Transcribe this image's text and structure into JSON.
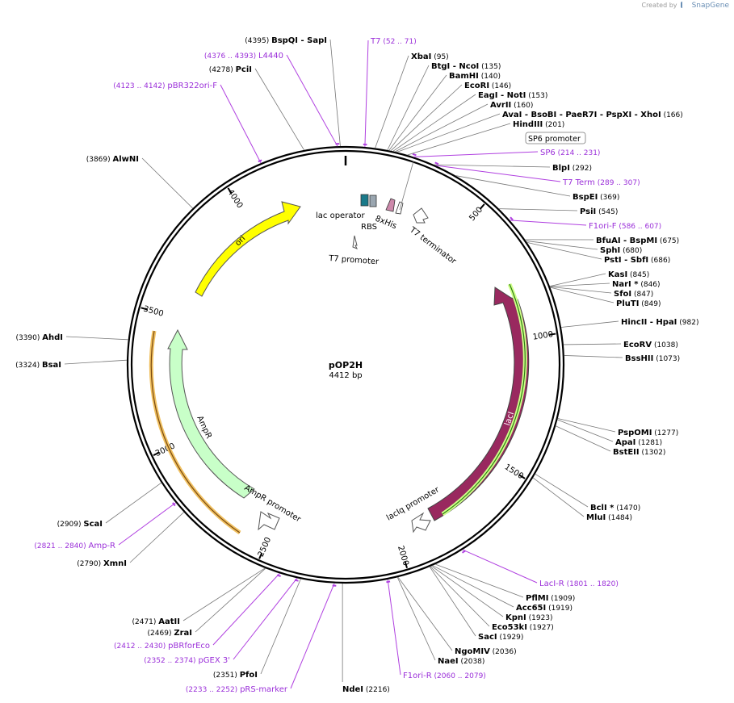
{
  "credit": {
    "prefix": "Created by",
    "brand": "SnapGene"
  },
  "plasmid": {
    "name": "pOP2H",
    "size_label": "4412 bp",
    "length": 4412
  },
  "colors": {
    "enzyme": "#000000",
    "primer": "#9b30d9",
    "primer_line": "#b040e0",
    "leader": "#777777"
  },
  "ticks": [
    "500",
    "1000",
    "1500",
    "2000",
    "2500",
    "3000",
    "3500",
    "4000"
  ],
  "features": {
    "ori": "ori",
    "ampr": "AmpR",
    "ampr_promoter": "AmpR promoter",
    "laci": "lacI",
    "lacIq_promoter": "lacIq promoter",
    "lac_operator": "lac operator",
    "rbs": "RBS",
    "his": "8xHis",
    "t7_terminator": "T7 terminator",
    "t7_promoter": "T7 promoter",
    "sp6_box": "SP6 promoter"
  },
  "labels": [
    {
      "pos": "(4395)",
      "name": "BspQI",
      "suffix": "  - SapI",
      "type": "enzyme"
    },
    {
      "pos": "(4376 .. 4393)",
      "name": "L4440",
      "type": "primer"
    },
    {
      "pos": "(4278)",
      "name": "PciI",
      "type": "enzyme"
    },
    {
      "pos": "(4123 .. 4142)",
      "name": "pBR322ori-F",
      "type": "primer"
    },
    {
      "pos": "(3869)",
      "name": "AlwNI",
      "type": "enzyme"
    },
    {
      "pos": "(3390)",
      "name": "AhdI",
      "type": "enzyme"
    },
    {
      "pos": "(3324)",
      "name": "BsaI",
      "type": "enzyme"
    },
    {
      "pos": "(2909)",
      "name": "ScaI",
      "type": "enzyme"
    },
    {
      "pos": "(2821 .. 2840)",
      "name": "Amp-R",
      "type": "primer"
    },
    {
      "pos": "(2790)",
      "name": "XmnI",
      "type": "enzyme"
    },
    {
      "pos": "(2471)",
      "name": "AatII",
      "type": "enzyme"
    },
    {
      "pos": "(2469)",
      "name": "ZraI",
      "type": "enzyme"
    },
    {
      "pos": "(2412 .. 2430)",
      "name": "pBRforEco",
      "type": "primer"
    },
    {
      "pos": "(2352 .. 2374)",
      "name": "pGEX 3'",
      "type": "primer"
    },
    {
      "pos": "(2351)",
      "name": "PfoI",
      "type": "enzyme"
    },
    {
      "pos": "(2233 .. 2252)",
      "name": "pRS-marker",
      "type": "primer"
    },
    {
      "name": "NdeI",
      "pos": "(2216)",
      "type": "enzyme"
    },
    {
      "name": "T7",
      "pos": "(52 .. 71)",
      "type": "primer"
    },
    {
      "name": "XbaI",
      "pos": "(95)",
      "type": "enzyme"
    },
    {
      "name": "BtgI",
      "suffix": "  - NcoI",
      "pos": "(135)",
      "type": "enzyme"
    },
    {
      "name": "BamHI",
      "pos": "(140)",
      "type": "enzyme"
    },
    {
      "name": "EcoRI",
      "pos": "(146)",
      "type": "enzyme"
    },
    {
      "name": "EagI",
      "suffix": "  - NotI",
      "pos": "(153)",
      "type": "enzyme"
    },
    {
      "name": "AvrII",
      "pos": "(160)",
      "type": "enzyme"
    },
    {
      "name": "AvaI",
      "suffix": "  - BsoBI   - PaeR7I   - PspXI   - XhoI",
      "pos": "(166)",
      "type": "enzyme"
    },
    {
      "name": "HindIII",
      "pos": "(201)",
      "type": "enzyme"
    },
    {
      "name": "SP6",
      "pos": "(214 .. 231)",
      "type": "primer"
    },
    {
      "name": "BlpI",
      "pos": "(292)",
      "type": "enzyme"
    },
    {
      "name": "T7 Term",
      "pos": "(289 .. 307)",
      "type": "primer"
    },
    {
      "name": "BspEI",
      "pos": "(369)",
      "type": "enzyme"
    },
    {
      "name": "PsiI",
      "pos": "(545)",
      "type": "enzyme"
    },
    {
      "name": "F1ori-F",
      "pos": "(586 .. 607)",
      "type": "primer"
    },
    {
      "name": "BfuAI",
      "suffix": "  - BspMI",
      "pos": "(675)",
      "type": "enzyme"
    },
    {
      "name": "SphI",
      "pos": "(680)",
      "type": "enzyme"
    },
    {
      "name": "PstI",
      "suffix": "  - SbfI",
      "pos": "(686)",
      "type": "enzyme"
    },
    {
      "name": "KasI",
      "pos": "(845)",
      "type": "enzyme"
    },
    {
      "name": "NarI *",
      "pos": "(846)",
      "type": "enzyme"
    },
    {
      "name": "SfoI",
      "pos": "(847)",
      "type": "enzyme"
    },
    {
      "name": "PluTI",
      "pos": "(849)",
      "type": "enzyme"
    },
    {
      "name": "HincII",
      "suffix": "  - HpaI",
      "pos": "(982)",
      "type": "enzyme"
    },
    {
      "name": "EcoRV",
      "pos": "(1038)",
      "type": "enzyme"
    },
    {
      "name": "BssHII",
      "pos": "(1073)",
      "type": "enzyme"
    },
    {
      "name": "PspOMI",
      "pos": "(1277)",
      "type": "enzyme"
    },
    {
      "name": "ApaI",
      "pos": "(1281)",
      "type": "enzyme"
    },
    {
      "name": "BstEII",
      "pos": "(1302)",
      "type": "enzyme"
    },
    {
      "name": "BclI *",
      "pos": "(1470)",
      "type": "enzyme"
    },
    {
      "name": "MluI",
      "pos": "(1484)",
      "type": "enzyme"
    },
    {
      "name": "LacI-R",
      "pos": "(1801 .. 1820)",
      "type": "primer"
    },
    {
      "name": "PflMI",
      "pos": "(1909)",
      "type": "enzyme"
    },
    {
      "name": "Acc65I",
      "pos": "(1919)",
      "type": "enzyme"
    },
    {
      "name": "KpnI",
      "pos": "(1923)",
      "type": "enzyme"
    },
    {
      "name": "Eco53kI",
      "pos": "(1927)",
      "type": "enzyme"
    },
    {
      "name": "SacI",
      "pos": "(1929)",
      "type": "enzyme"
    },
    {
      "name": "NgoMIV",
      "pos": "(2036)",
      "type": "enzyme"
    },
    {
      "name": "NaeI",
      "pos": "(2038)",
      "type": "enzyme"
    },
    {
      "name": "F1ori-R",
      "pos": "(2060 .. 2079)",
      "type": "primer"
    }
  ]
}
